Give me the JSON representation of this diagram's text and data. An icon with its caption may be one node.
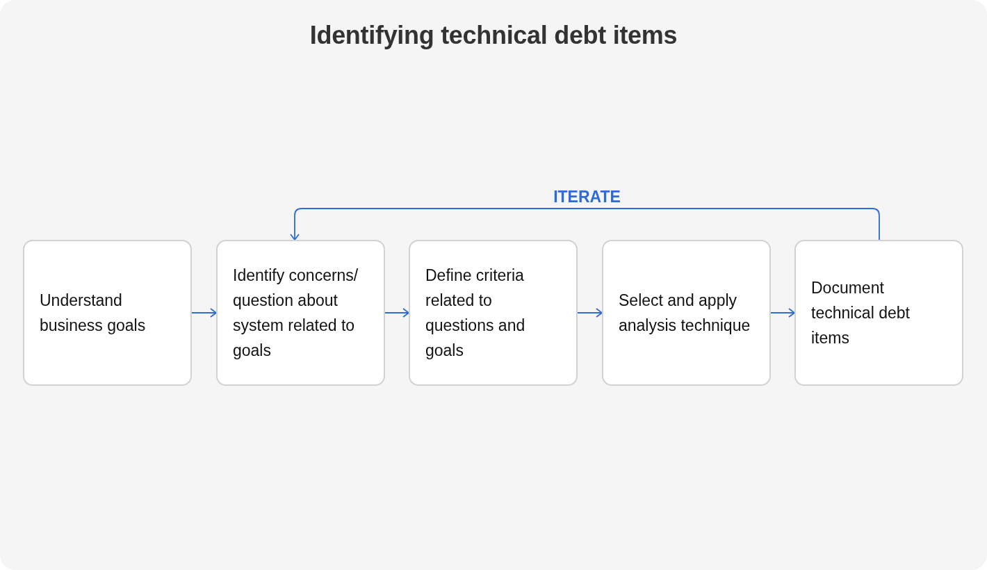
{
  "diagram": {
    "title": "Identifying technical debt items",
    "nodes": [
      {
        "text": [
          "Understand business goals"
        ]
      },
      {
        "text": [
          "Identify concerns/ question about system related to goals"
        ]
      },
      {
        "text": [
          "Define criteria related to questions and goals"
        ]
      },
      {
        "text": [
          "Select and apply analysis technique"
        ]
      },
      {
        "text": [
          "Document technical debt items"
        ]
      }
    ],
    "edges": [
      {
        "from": 0,
        "to": 1,
        "arrow": "to"
      },
      {
        "from": 1,
        "to": 2,
        "arrow": "to"
      },
      {
        "from": 2,
        "to": 3,
        "arrow": "to"
      },
      {
        "from": 3,
        "to": 4,
        "arrow": "to"
      },
      {
        "from": 4,
        "to": 1,
        "arrow": "to",
        "label": "ITERATE"
      }
    ]
  }
}
